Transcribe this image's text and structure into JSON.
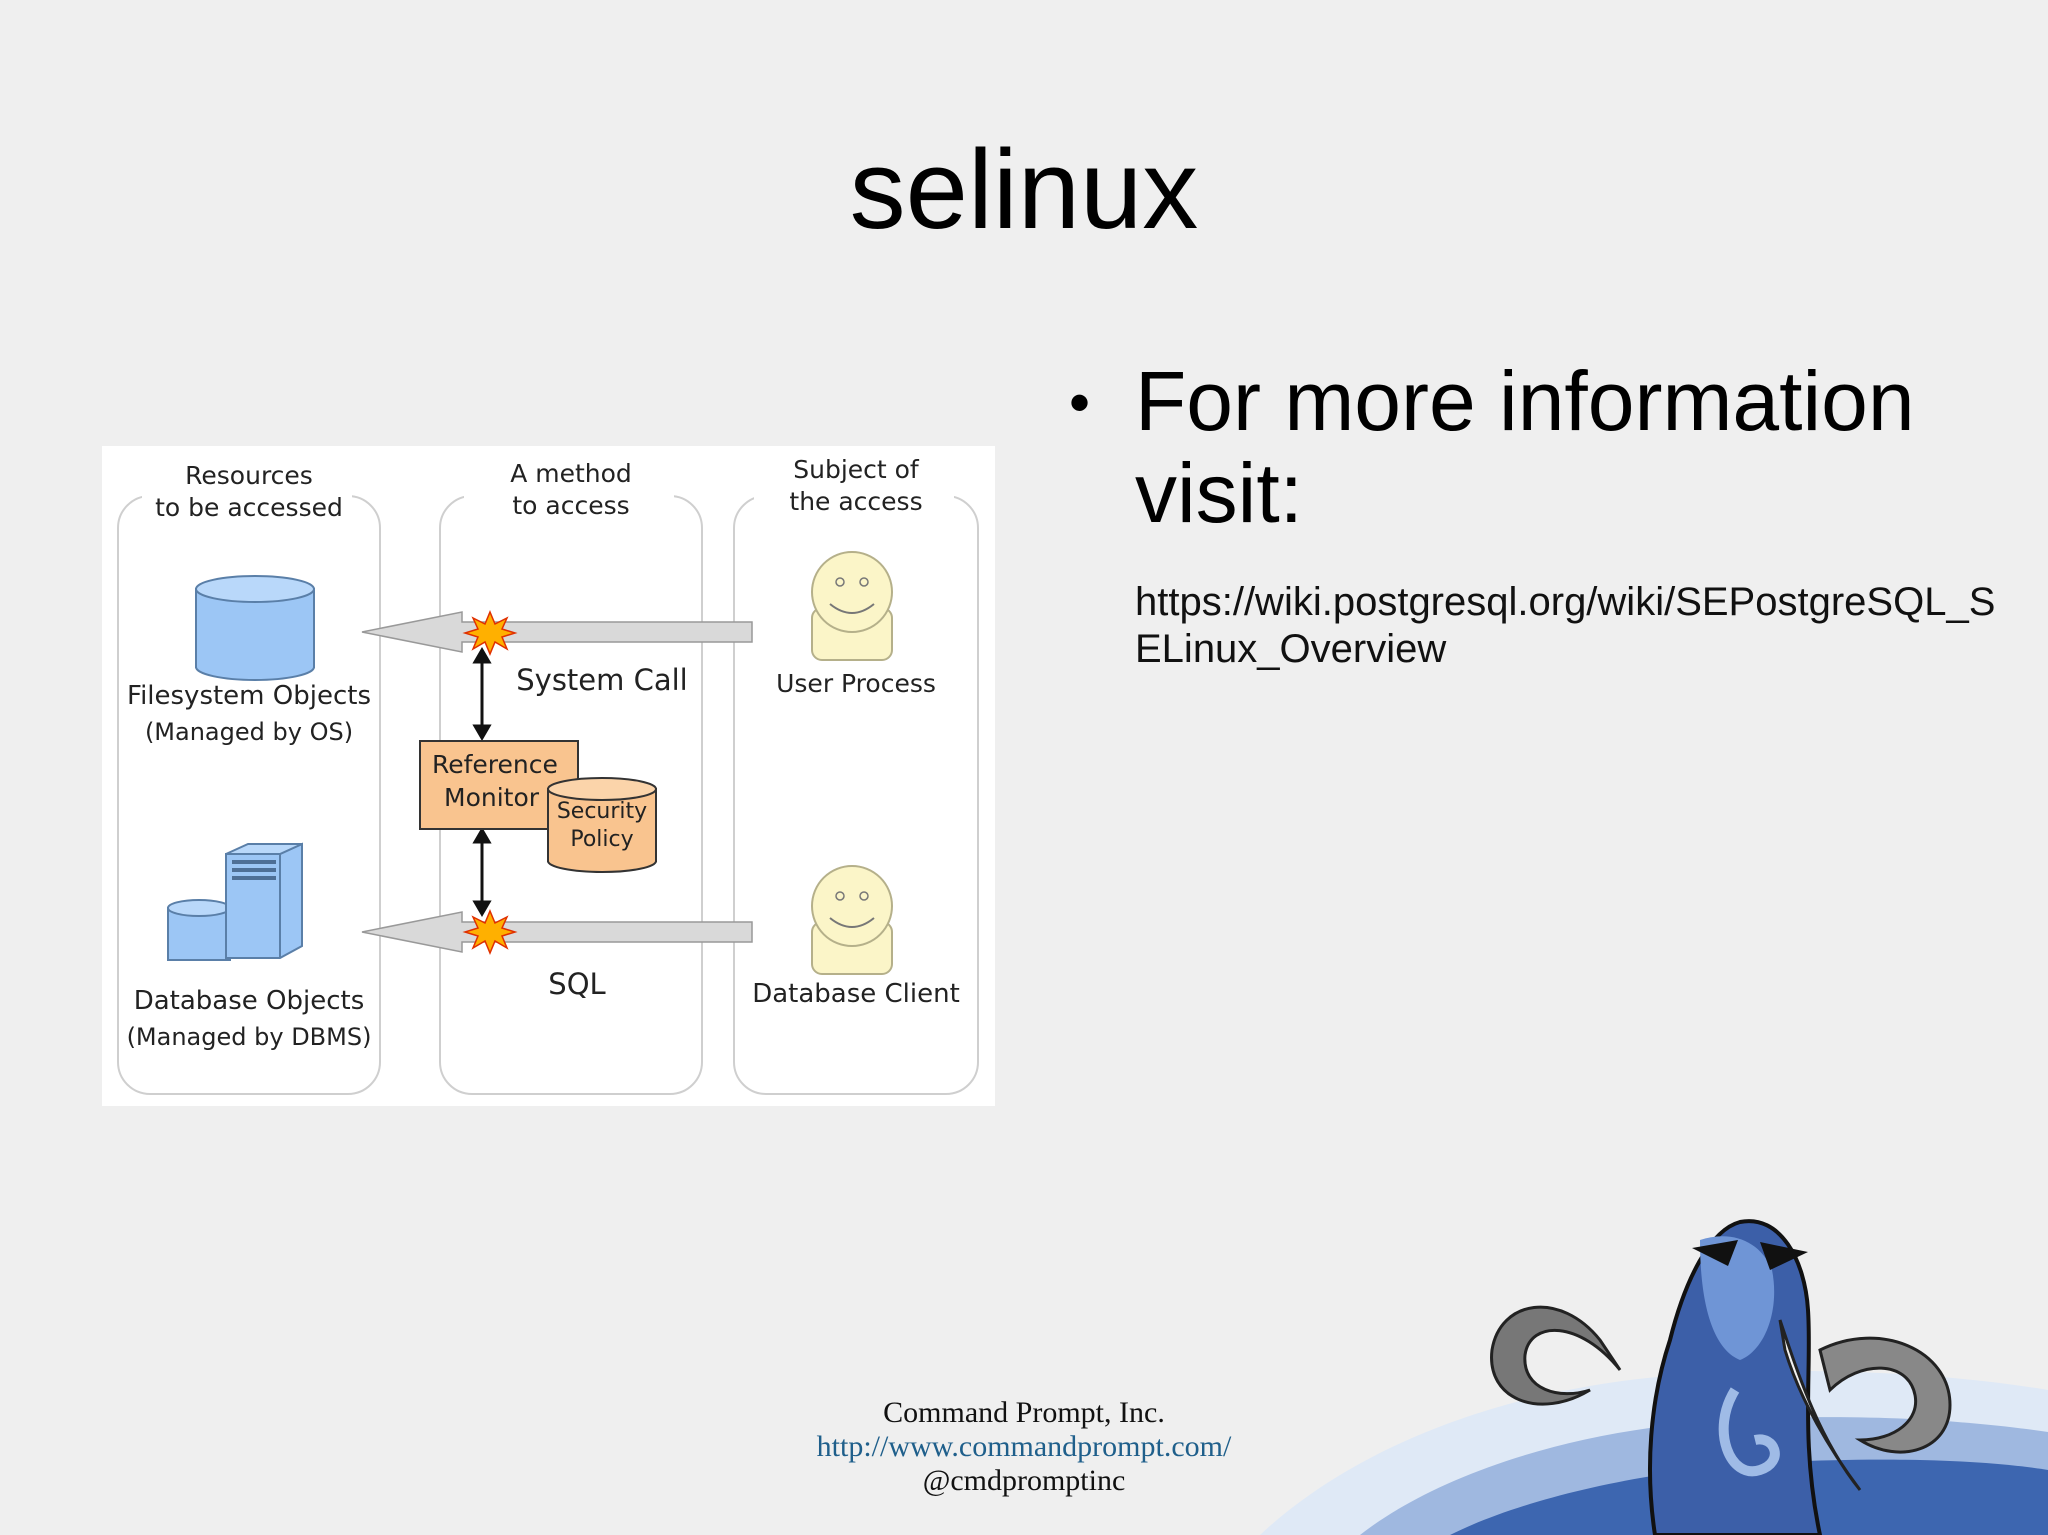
{
  "slide": {
    "title": "selinux",
    "bullet": "For more information visit:",
    "link": "https://wiki.postgresql.org/wiki/SEPostgreSQL_SELinux_Overview"
  },
  "diagram": {
    "columns": [
      {
        "line1": "Resources",
        "line2": "to be accessed"
      },
      {
        "line1": "A method",
        "line2": "to access"
      },
      {
        "line1": "Subject of",
        "line2": "the access"
      }
    ],
    "filesystem": {
      "title": "Filesystem Objects",
      "sub": "(Managed by OS)"
    },
    "database": {
      "title": "Database Objects",
      "sub": "(Managed by DBMS)"
    },
    "system_call": "System Call",
    "sql": "SQL",
    "reference_monitor": {
      "line1": "Reference",
      "line2": "Monitor"
    },
    "security_policy": {
      "line1": "Security",
      "line2": "Policy"
    },
    "user_process": "User Process",
    "database_client": "Database Client"
  },
  "footer": {
    "company": "Command Prompt, Inc.",
    "url": "http://www.commandprompt.com/",
    "handle": "@cmdpromptinc"
  },
  "colors": {
    "background": "#efefef",
    "cylinder_blue": "#9cc6f5",
    "monitor_orange": "#f9c48f",
    "face_yellow": "#fbf5c8",
    "arrow_gray": "#d9d9d9",
    "footer_link": "#1f5f8b"
  }
}
